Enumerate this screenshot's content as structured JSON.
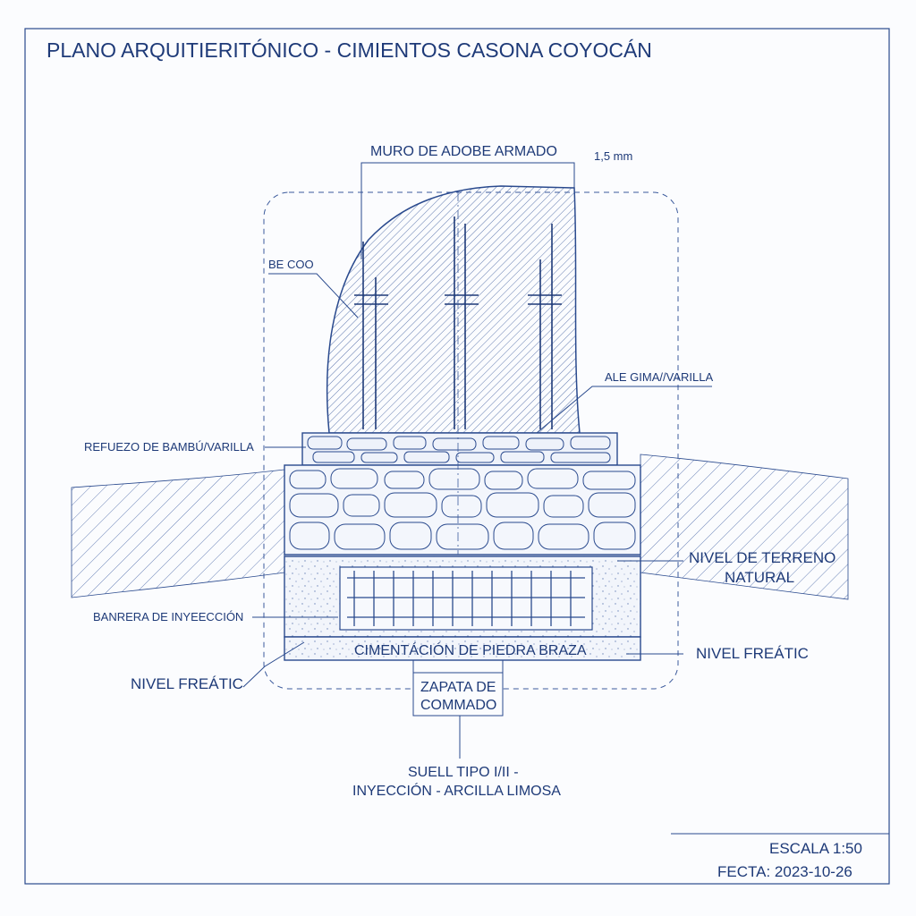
{
  "title": "PLANO ARQUITIERITÓNICO - CIMIENTOS CASONA COYOCÁN",
  "labels": {
    "wall": "MURO DE ADOBE ARMADO",
    "dimension": "1,5 mm",
    "be_cod": "BE COO",
    "alt_rebar": "ALE GIMA//VARILLA",
    "reinforcement": "REFUEZO DE BAMBÚ/VARILLA",
    "terrain_1": "NIVEL DE TERRENO",
    "terrain_2": "NATURAL",
    "barrier": "BANRERA DE INYEECCIÓN",
    "foundation": "CIMENTÁCIÓN DE PIEDRA BRAZA",
    "water_right": "NIVEL FREÁTIC",
    "water_left": "NIVEL FREÁTIC",
    "footing_1": "ZAPATA DE",
    "footing_2": "COMMADO",
    "soil_1": "SUELL TIPO I/II -",
    "soil_2": "INYECCIÓN - ARCILLA LIMOSA"
  },
  "titleblock": {
    "scale": "ESCALA 1:50",
    "date": "FECTA: 2023-10-26"
  },
  "colors": {
    "ink": "#1e3a78",
    "line": "#2a4a8e",
    "paper": "#fbfcfe"
  }
}
